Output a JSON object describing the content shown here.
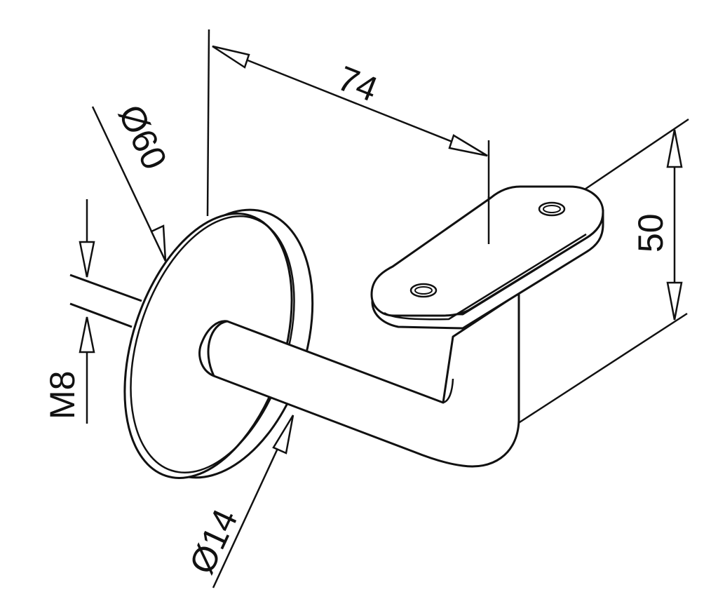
{
  "labels": {
    "length": "74",
    "height": "50",
    "plate_diameter": "Ø60",
    "bar_diameter": "Ø14",
    "thread": "M8"
  },
  "colors": {
    "line": "#111111",
    "background": "#ffffff"
  }
}
